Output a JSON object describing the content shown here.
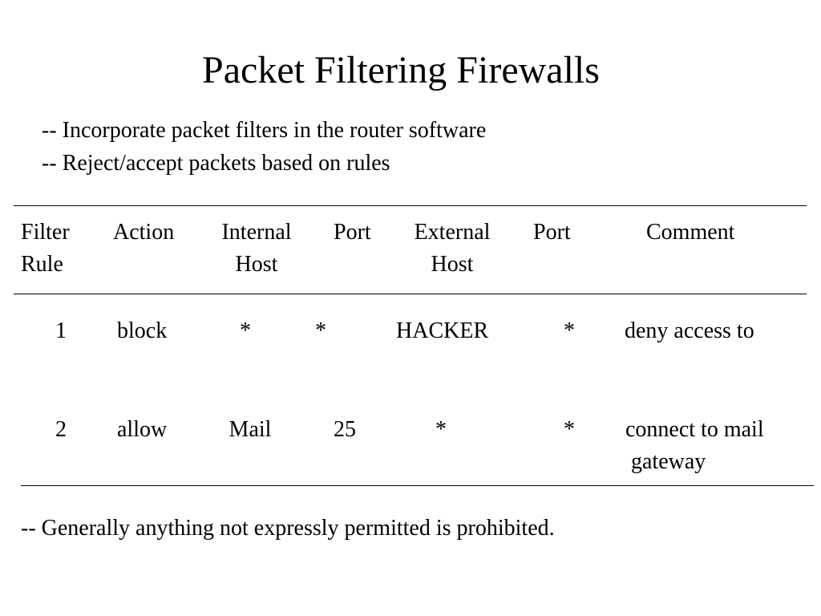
{
  "slide": {
    "title": "Packet Filtering Firewalls",
    "bullets": [
      "-- Incorporate packet filters in the router software",
      "-- Reject/accept packets based on rules"
    ],
    "footer": "-- Generally anything not expressly permitted is prohibited."
  },
  "table": {
    "headers": {
      "filter_rule": [
        "Filter",
        "Rule"
      ],
      "action": "Action",
      "internal_host": [
        "Internal",
        "Host"
      ],
      "internal_port": "Port",
      "external_host": [
        "External",
        "Host"
      ],
      "external_port": "Port",
      "comment": "Comment"
    },
    "rows": [
      {
        "rule": "1",
        "action": "block",
        "internal_host": "*",
        "internal_port": "*",
        "external_host": "HACKER",
        "external_port": "*",
        "comment": [
          "deny access to",
          ""
        ]
      },
      {
        "rule": "2",
        "action": "allow",
        "internal_host": "Mail",
        "internal_port": "25",
        "external_host": "*",
        "external_port": "*",
        "comment": [
          "connect to mail",
          "gateway"
        ]
      }
    ]
  }
}
